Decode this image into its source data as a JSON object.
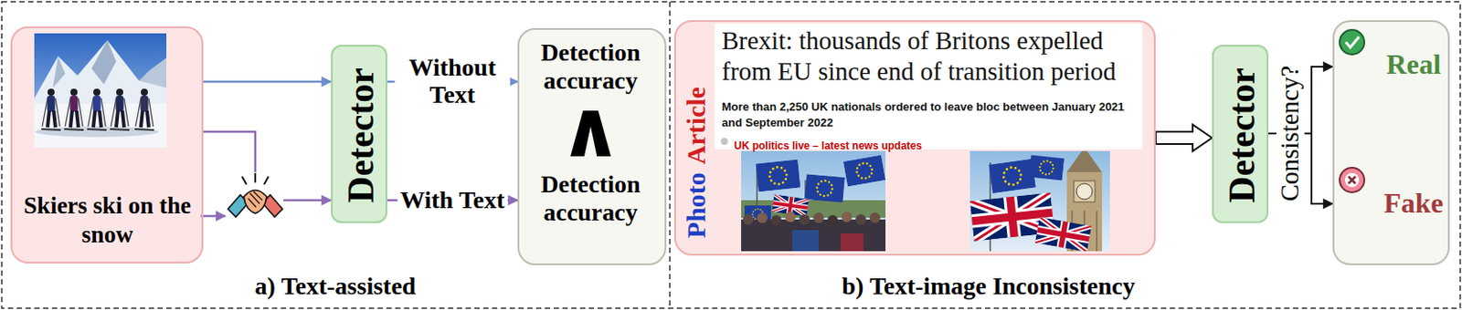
{
  "diagram": {
    "nodes": [
      {
        "text": [
          "Skiers ski on the snow"
        ]
      },
      {
        "text": [
          "Detector"
        ]
      },
      {
        "text": [
          "Detection accuracy",
          "∧",
          "Detection accuracy"
        ]
      },
      {
        "text": [
          "Photo",
          "Article",
          "Brexit: thousands of Britons expelled from EU since end of transition period",
          "More than 2,250 UK nationals ordered to leave bloc between January 2021 and September 2022",
          "UK politics live – latest news updates"
        ]
      },
      {
        "text": [
          "Detector"
        ]
      },
      {
        "text": [
          "Real",
          "Fake"
        ]
      }
    ],
    "edges": [
      {
        "from": 0,
        "to": 1,
        "arrow": "to"
      },
      {
        "from": 0,
        "to": 1,
        "arrow": "to"
      },
      {
        "from": 1,
        "to": 2,
        "label": "Without Text",
        "arrow": "to"
      },
      {
        "from": 1,
        "to": 2,
        "label": "With Text",
        "arrow": "to"
      },
      {
        "from": 3,
        "to": 4,
        "arrow": "to"
      },
      {
        "from": 4,
        "to": 5,
        "label": "Consistency?",
        "arrow": "to"
      }
    ],
    "labels": [
      "a) Text-assisted",
      "b) Text-image Inconsistency"
    ]
  }
}
